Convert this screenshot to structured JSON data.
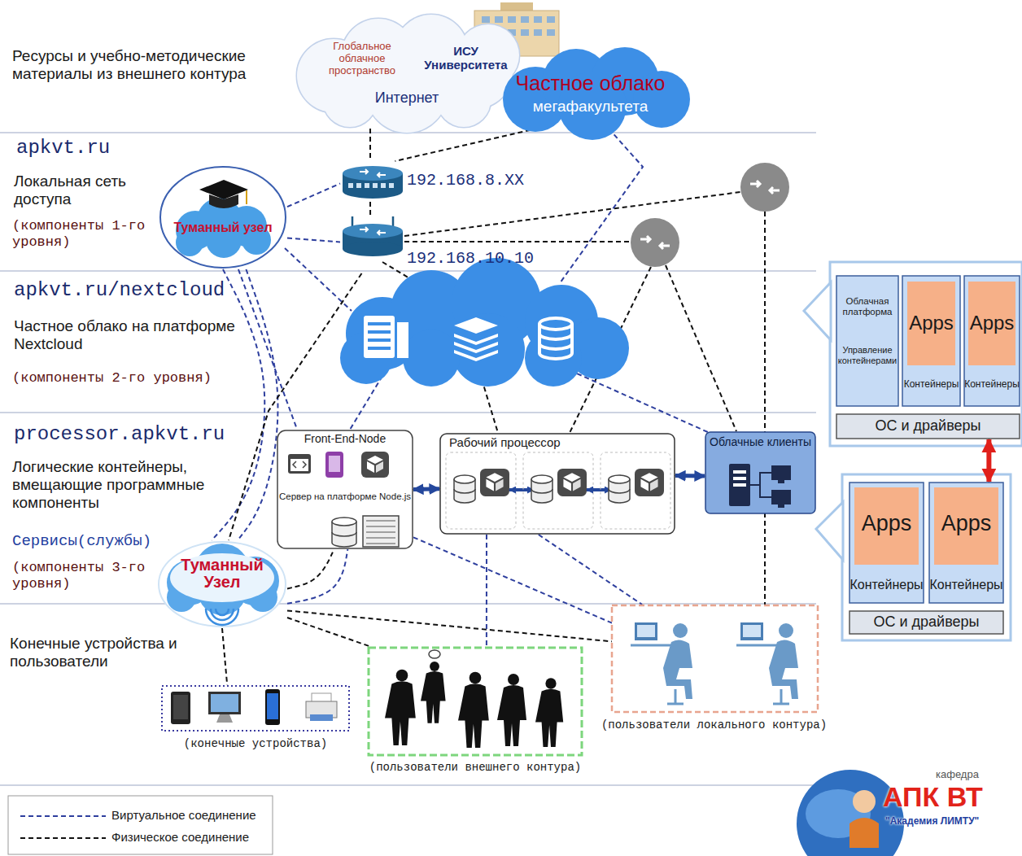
{
  "diagram": {
    "nodes": [
      {
        "text": [
          "Глобальное облачное пространство",
          "ИСУ Университета",
          "Интернет"
        ]
      },
      {
        "text": [
          "Частное облако",
          "мегафакультета"
        ]
      },
      {
        "text": [
          "Туманный узел"
        ]
      },
      {
        "text": [
          "192.168.8.XX"
        ]
      },
      {
        "text": [
          "192.168.10.10"
        ]
      },
      {
        "text": [
          "Front-End-Node",
          "Сервер на платформе Node.js"
        ]
      },
      {
        "text": [
          "Рабочий процессор"
        ]
      },
      {
        "text": [
          "Облачные клиенты"
        ]
      },
      {
        "text": [
          "Туманный Узел"
        ]
      },
      {
        "text": [
          "(конечные устройства)"
        ]
      },
      {
        "text": [
          "(пользователи внешнего контура)"
        ]
      },
      {
        "text": [
          "(пользователи локального контура)"
        ]
      },
      {
        "text": [
          "Облачная платформа",
          "Управление контейнерами"
        ]
      },
      {
        "text": [
          "Контейнеры"
        ]
      },
      {
        "text": [
          "Apps"
        ],
        "in": 13
      },
      {
        "text": [
          "Контейнеры"
        ]
      },
      {
        "text": [
          "Apps"
        ],
        "in": 15
      },
      {
        "text": [
          "ОС и драйверы"
        ]
      },
      {
        "text": [
          "Контейнеры"
        ]
      },
      {
        "text": [
          "Apps"
        ],
        "in": 18
      },
      {
        "text": [
          "Контейнеры"
        ]
      },
      {
        "text": [
          "Apps"
        ],
        "in": 20
      },
      {
        "text": [
          "ОС и драйверы"
        ]
      }
    ],
    "edges": [
      {
        "from": 0,
        "to": 3,
        "arrow": "none"
      },
      {
        "from": 1,
        "to": 3,
        "arrow": "none"
      },
      {
        "from": 2,
        "to": 3,
        "arrow": "none"
      },
      {
        "from": 2,
        "to": 4,
        "arrow": "none"
      },
      {
        "from": 3,
        "to": 4,
        "arrow": "none"
      },
      {
        "from": 2,
        "to": 5,
        "arrow": "none"
      },
      {
        "from": 2,
        "to": 8,
        "arrow": "none"
      },
      {
        "from": 2,
        "to": 8,
        "arrow": "none"
      },
      {
        "from": 4,
        "to": 8,
        "arrow": "none"
      },
      {
        "from": 5,
        "to": 6,
        "arrow": "both"
      },
      {
        "from": 6,
        "to": 7,
        "arrow": "both"
      },
      {
        "from": 8,
        "to": 5,
        "arrow": "none"
      },
      {
        "from": 8,
        "to": 5,
        "arrow": "none"
      },
      {
        "from": 8,
        "to": 9,
        "arrow": "none"
      },
      {
        "from": 8,
        "to": 10,
        "arrow": "none"
      },
      {
        "from": 8,
        "to": 11,
        "arrow": "none"
      },
      {
        "from": 6,
        "to": 10,
        "arrow": "none"
      },
      {
        "from": 6,
        "to": 11,
        "arrow": "none"
      },
      {
        "from": 5,
        "to": 11,
        "arrow": "none"
      },
      {
        "from": 17,
        "to": 20,
        "arrow": "both"
      }
    ],
    "labels": [
      "Ресурсы и учебно-методические материалы из внешнего контура",
      "apkvt.ru",
      "Локальная сеть доступа",
      "(компоненты 1-го уровня)",
      "apkvt.ru/nextcloud",
      "Частное облако на платформе Nextcloud",
      "(компоненты 2-го уровня)",
      "processor.apkvt.ru",
      "Логические контейнеры, вмещающие программные компоненты",
      "Сервисы(службы)",
      "(компоненты 3-го уровня)",
      "Конечные устройства и пользователи",
      "кафедра",
      "АПК ВТ",
      "\"Академия ЛИМТУ\""
    ],
    "legend": [
      {
        "text": "Виртуальное соединение"
      },
      {
        "text": "Физическое соединение"
      }
    ]
  }
}
